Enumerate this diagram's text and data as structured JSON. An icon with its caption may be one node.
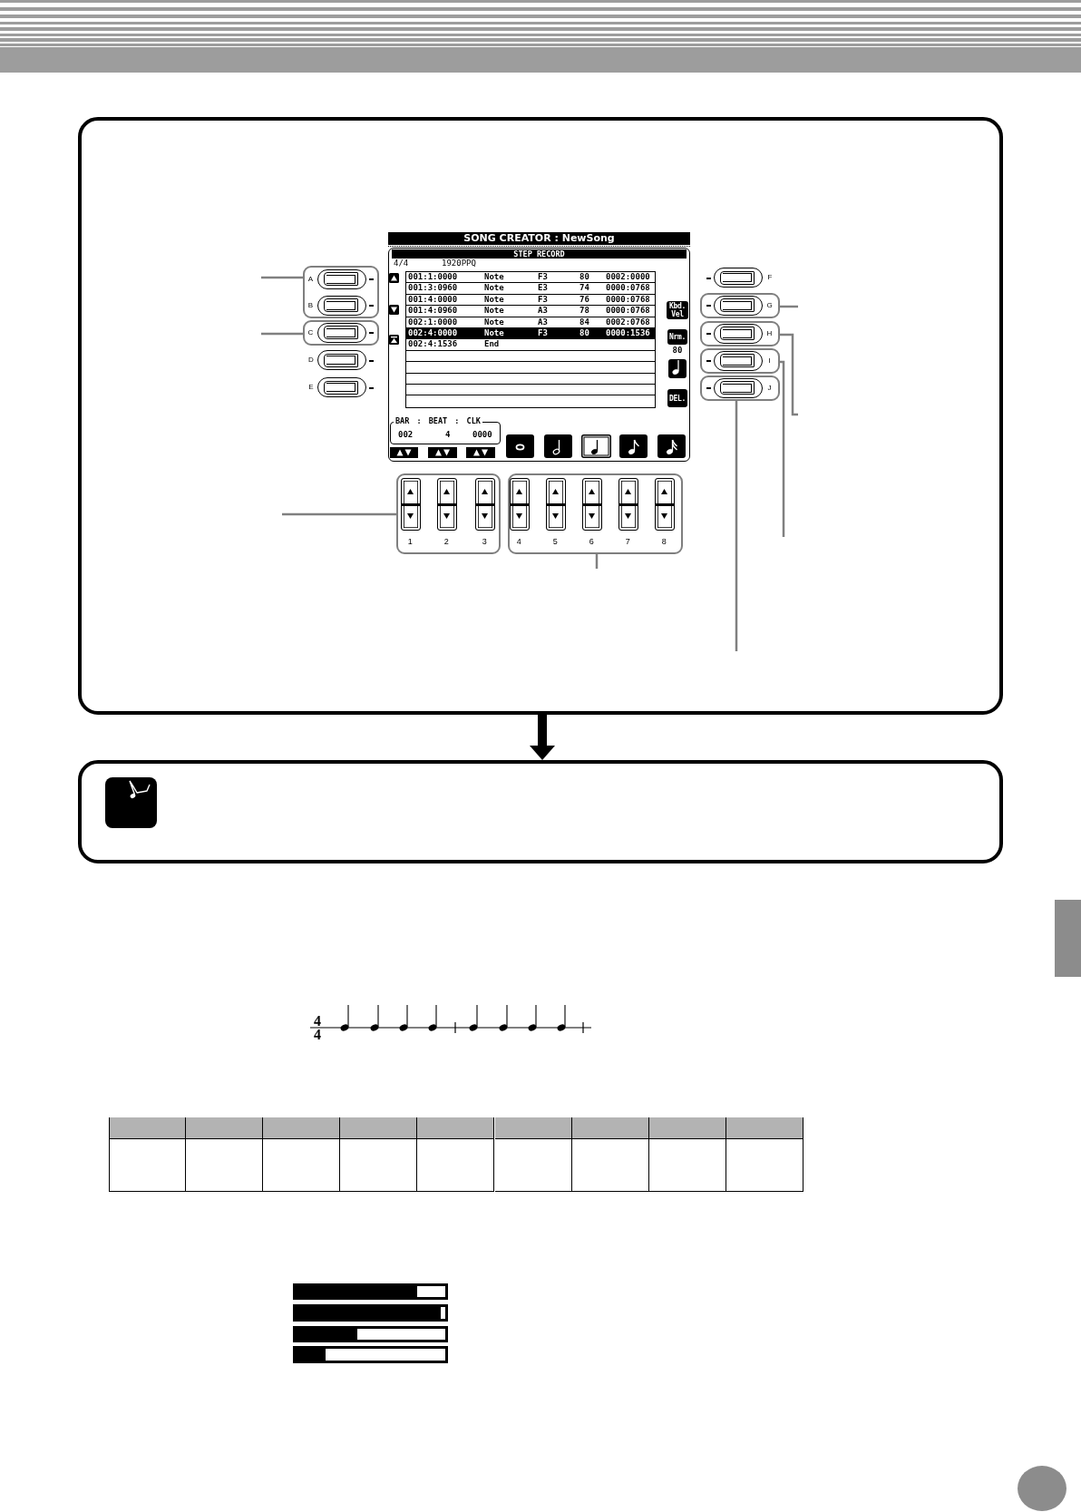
{
  "diagram": {
    "nodes": [
      {
        "text": [],
        "shape": "box"
      },
      {
        "text": [
          "SONG CREATOR : NewSong",
          "STEP RECORD"
        ],
        "in": 0
      },
      {
        "text": [
          "Kbd. Vel"
        ],
        "in": 1
      },
      {
        "text": [
          "Nrm."
        ],
        "in": 1,
        "beside": [
          "80"
        ]
      },
      {
        "text": [
          "DEL."
        ],
        "in": 1
      },
      {
        "text": [
          "BAR : BEAT : CLK",
          "002",
          "4",
          "0000"
        ],
        "in": 1
      },
      {
        "text": [],
        "shape": "box",
        "in": 0
      },
      {
        "text": [
          "A"
        ],
        "in": 6
      },
      {
        "text": [
          "B"
        ],
        "in": 6
      },
      {
        "text": [],
        "shape": "box",
        "in": 0
      },
      {
        "text": [
          "C"
        ],
        "in": 9
      },
      {
        "text": [
          "D"
        ],
        "in": 0
      },
      {
        "text": [
          "E"
        ],
        "in": 0
      },
      {
        "text": [
          "F"
        ],
        "in": 0
      },
      {
        "text": [],
        "shape": "box",
        "in": 0
      },
      {
        "text": [
          "G"
        ],
        "in": 14
      },
      {
        "text": [],
        "shape": "box",
        "in": 0
      },
      {
        "text": [
          "H"
        ],
        "in": 16
      },
      {
        "text": [],
        "shape": "box",
        "in": 0
      },
      {
        "text": [
          "I"
        ],
        "in": 18
      },
      {
        "text": [],
        "shape": "box",
        "in": 0
      },
      {
        "text": [
          "J"
        ],
        "in": 20
      },
      {
        "text": [],
        "shape": "box",
        "in": 0
      },
      {
        "text": [
          "1"
        ],
        "in": 22
      },
      {
        "text": [
          "2"
        ],
        "in": 22
      },
      {
        "text": [
          "3"
        ],
        "in": 22
      },
      {
        "text": [],
        "shape": "box",
        "in": 0
      },
      {
        "text": [
          "4"
        ],
        "in": 26
      },
      {
        "text": [
          "5"
        ],
        "in": 26
      },
      {
        "text": [
          "6"
        ],
        "in": 26
      },
      {
        "text": [
          "7"
        ],
        "in": 26
      },
      {
        "text": [
          "8"
        ],
        "in": 26
      },
      {
        "text": [],
        "shape": "box"
      },
      {
        "text": [],
        "shape": "box"
      }
    ],
    "edges": [
      {
        "from": 0,
        "to": 32,
        "arrow": "to",
        "style": "thick",
        "color": "#000000"
      },
      {
        "from": null,
        "to": 6,
        "arrow": "none"
      },
      {
        "from": null,
        "to": 9,
        "arrow": "none"
      },
      {
        "from": null,
        "to": 14,
        "arrow": "none"
      },
      {
        "from": null,
        "to": 16,
        "arrow": "none"
      },
      {
        "from": null,
        "to": 18,
        "arrow": "none"
      },
      {
        "from": null,
        "to": 20,
        "arrow": "none"
      },
      {
        "from": null,
        "to": 22,
        "arrow": "none"
      },
      {
        "from": null,
        "to": 26,
        "arrow": "none"
      }
    ],
    "labels": [
      "4/4",
      "1920PPQ",
      "001:1:0000",
      "Note",
      "F3",
      "80",
      "0002:0000",
      "001:3:0960",
      "Note",
      "E3",
      "74",
      "0000:0768",
      "001:4:0000",
      "Note",
      "F3",
      "76",
      "0000:0768",
      "001:4:0960",
      "Note",
      "A3",
      "78",
      "0000:0768",
      "002:1:0000",
      "Note",
      "A3",
      "84",
      "0002:0768",
      "002:4:0000",
      "Note",
      "F3",
      "80",
      "0000:1536",
      "002:4:1536",
      "End",
      "4",
      "4"
    ]
  }
}
